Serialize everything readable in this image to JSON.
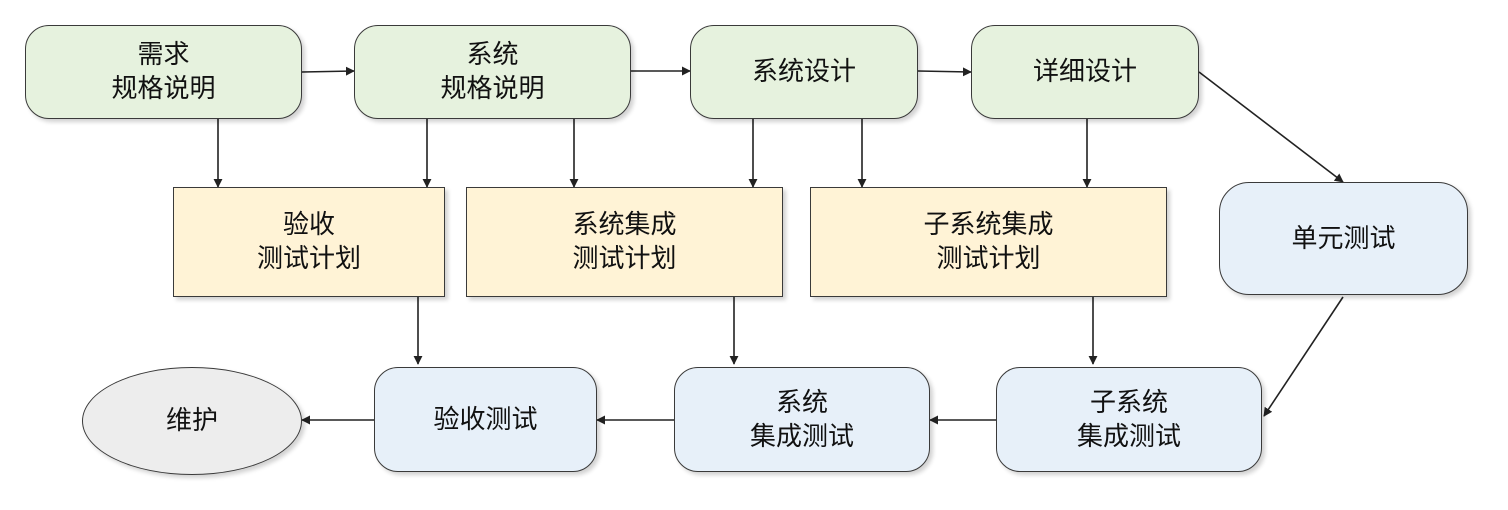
{
  "colors": {
    "spec_fill": "#e6f2de",
    "plan_fill": "#fff3d6",
    "test_fill": "#e7f0f9",
    "maint_fill": "#ededed",
    "stroke": "#3a3a3a",
    "arrow": "#222222"
  },
  "nodes": {
    "req_spec": "需求\n规格说明",
    "sys_spec": "系统\n规格说明",
    "sys_design": "系统设计",
    "detail_design": "详细设计",
    "accept_plan": "验收\n测试计划",
    "sysint_plan": "系统集成\n测试计划",
    "subint_plan": "子系统集成\n测试计划",
    "unit_test": "单元测试",
    "maintenance": "维护",
    "accept_test": "验收测试",
    "sysint_test": "系统\n集成测试",
    "subint_test": "子系统\n集成测试"
  }
}
